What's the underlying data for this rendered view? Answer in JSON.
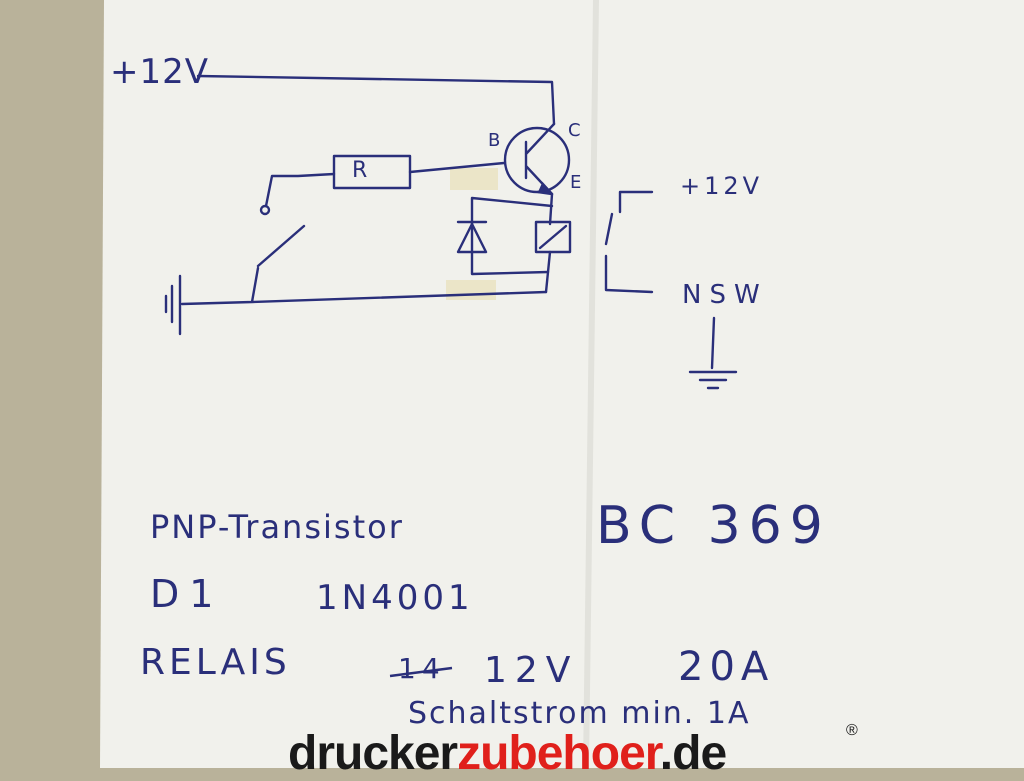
{
  "diagram": {
    "labels": {
      "supply_left": "+12V",
      "resistor": "R",
      "base": "B",
      "collector": "C",
      "emitter": "E",
      "supply_right": "+12V",
      "output": "NSW"
    }
  },
  "notes": {
    "line1_left": "PNP-Transistor",
    "line1_right": "BC 369",
    "line2_left": "D1",
    "line2_right": "1N4001",
    "line3_left": "RELAIS",
    "line3_struck": "14",
    "line3_voltage": "12V",
    "line3_current": "20A",
    "line4": "Schaltstrom min. 1A"
  },
  "watermark": {
    "part1": "drucker",
    "part2": "zubehoer",
    "part3": ".de",
    "registered": "®"
  },
  "colors": {
    "ink": "#2a2f7a",
    "paper": "#f2f2ee",
    "table": "#b9b29a",
    "tape": "#ebe5c8",
    "watermark_dark": "#1a1a1a",
    "watermark_red": "#e0201b"
  }
}
